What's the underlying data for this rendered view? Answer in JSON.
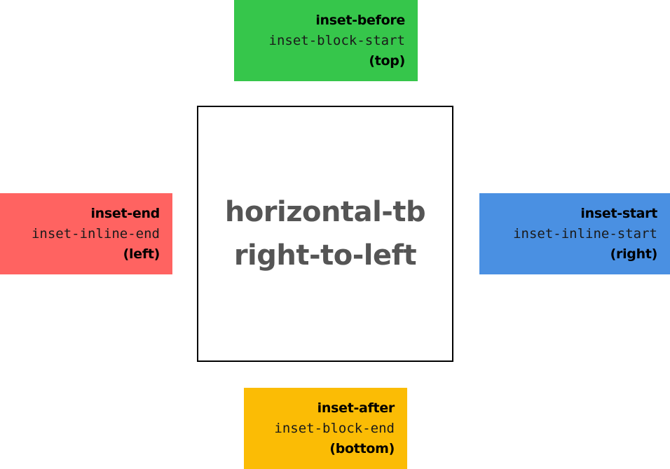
{
  "center": {
    "line1": "horizontal-tb",
    "line2": "right-to-left",
    "text_color": "#555555"
  },
  "boxes": {
    "top": {
      "name": "inset-before",
      "property": "inset-block-start",
      "physical": "(top)",
      "color": "#36c64b"
    },
    "bottom": {
      "name": "inset-after",
      "property": "inset-block-end",
      "physical": "(bottom)",
      "color": "#fbbc05"
    },
    "left": {
      "name": "inset-end",
      "property": "inset-inline-end",
      "physical": "(left)",
      "color": "#ff6361"
    },
    "right": {
      "name": "inset-start",
      "property": "inset-inline-start",
      "physical": "(right)",
      "color": "#4a90e2"
    }
  }
}
